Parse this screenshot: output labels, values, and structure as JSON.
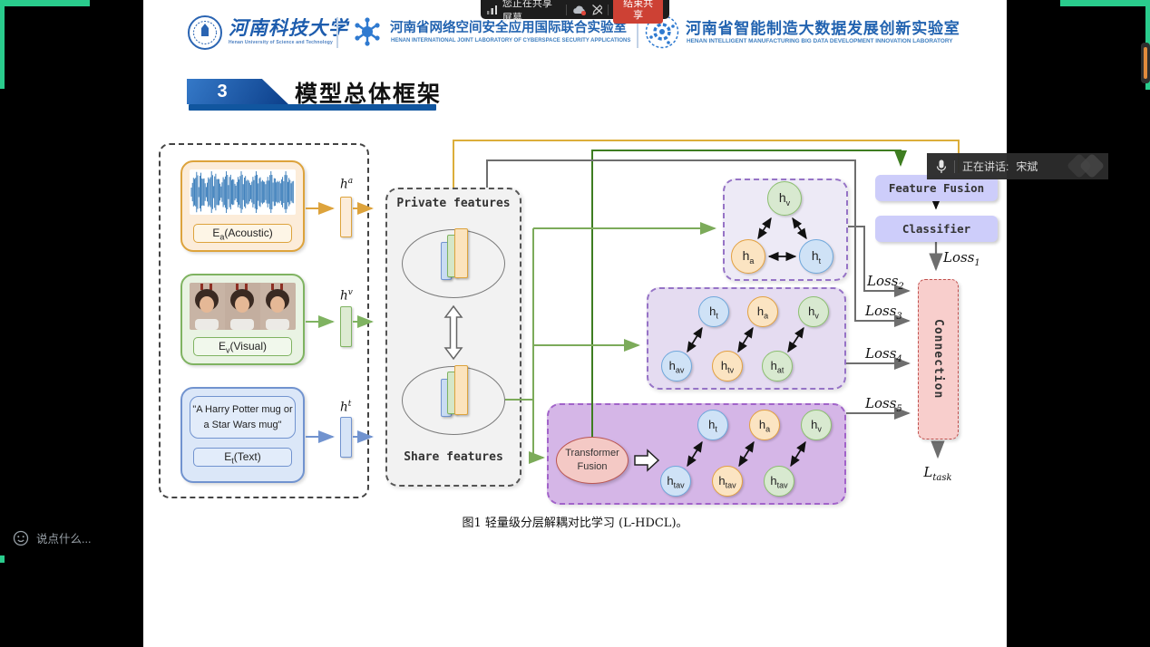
{
  "share_bar": {
    "status": "您正在共享屏幕",
    "end_button": "结束共享"
  },
  "speaking_overlay": {
    "label": "正在讲话:",
    "speaker": "宋斌"
  },
  "chat": {
    "placeholder": "说点什么..."
  },
  "header": {
    "university": {
      "name": "河南科技大学",
      "subtitle": "Henan University of Science and Technology"
    },
    "lab_cyber": {
      "name": "河南省网络空间安全应用国际联合实验室",
      "subtitle": "HENAN INTERNATIONAL JOINT LABORATORY OF CYBERSPACE SECURITY APPLICATIONS"
    },
    "lab_manufacturing": {
      "name": "河南省智能制造大数据发展创新实验室",
      "subtitle": "HENAN INTELLIGENT MANUFACTURING BIG DATA DEVELOPMENT INNOVATION LABORATORY"
    }
  },
  "slide": {
    "section_number": "3",
    "title": "模型总体框架",
    "caption": "图1 轻量级分层解耦对比学习 (L-HDCL)。"
  },
  "diagram": {
    "inputs": [
      {
        "encoder_prefix": "E",
        "encoder_sub": "a",
        "encoder_rest": "(Acoustic)",
        "feature_main": "h",
        "feature_sup": "a"
      },
      {
        "encoder_prefix": "E",
        "encoder_sub": "v",
        "encoder_rest": "(Visual)",
        "feature_main": "h",
        "feature_sup": "v"
      },
      {
        "encoder_prefix": "E",
        "encoder_sub": "t",
        "encoder_rest": "(Text)",
        "feature_main": "h",
        "feature_sup": "t"
      }
    ],
    "text_quote": [
      "\"A Harry Potter mug or",
      "a Star Wars mug\""
    ],
    "private_features_label": "Private features",
    "share_features_label": "Share features",
    "feature_fusion_label": "Feature Fusion",
    "classifier_label": "Classifier",
    "connection_label": "Connection",
    "transformer_fusion": [
      "Transformer",
      "Fusion"
    ],
    "losses": [
      {
        "main": "Loss",
        "sub": "1"
      },
      {
        "main": "Loss",
        "sub": "2"
      },
      {
        "main": "Loss",
        "sub": "3"
      },
      {
        "main": "Loss",
        "sub": "4"
      },
      {
        "main": "Loss",
        "sub": "5"
      }
    ],
    "task_loss": {
      "main": "L",
      "sub": "task"
    },
    "triangle_nodes": [
      {
        "main": "h",
        "sub": "v"
      },
      {
        "main": "h",
        "sub": "a"
      },
      {
        "main": "h",
        "sub": "t"
      }
    ],
    "pair_nodes": [
      {
        "main": "h",
        "sub": "t"
      },
      {
        "main": "h",
        "sub": "a"
      },
      {
        "main": "h",
        "sub": "v"
      },
      {
        "main": "h",
        "sub": "av"
      },
      {
        "main": "h",
        "sub": "tv"
      },
      {
        "main": "h",
        "sub": "at"
      }
    ],
    "fusion_nodes": [
      {
        "main": "h",
        "sub": "t"
      },
      {
        "main": "h",
        "sub": "a"
      },
      {
        "main": "h",
        "sub": "v"
      },
      {
        "main": "h",
        "sub": "tav"
      },
      {
        "main": "h",
        "sub": "tav"
      },
      {
        "main": "h",
        "sub": "tav"
      }
    ]
  },
  "colors": {
    "frame_green": "#2acc8d",
    "end_button_red": "#cd4134",
    "header_blue": "#2263b0",
    "node_blue": "#6fa8dc",
    "node_orange": "#e3a140",
    "node_green": "#8cbf70",
    "connection_red": "#c0504d",
    "wire_yellow": "#dcae3a",
    "wire_dark_green": "#3e7d21",
    "wire_gray": "#6e6e6e"
  }
}
